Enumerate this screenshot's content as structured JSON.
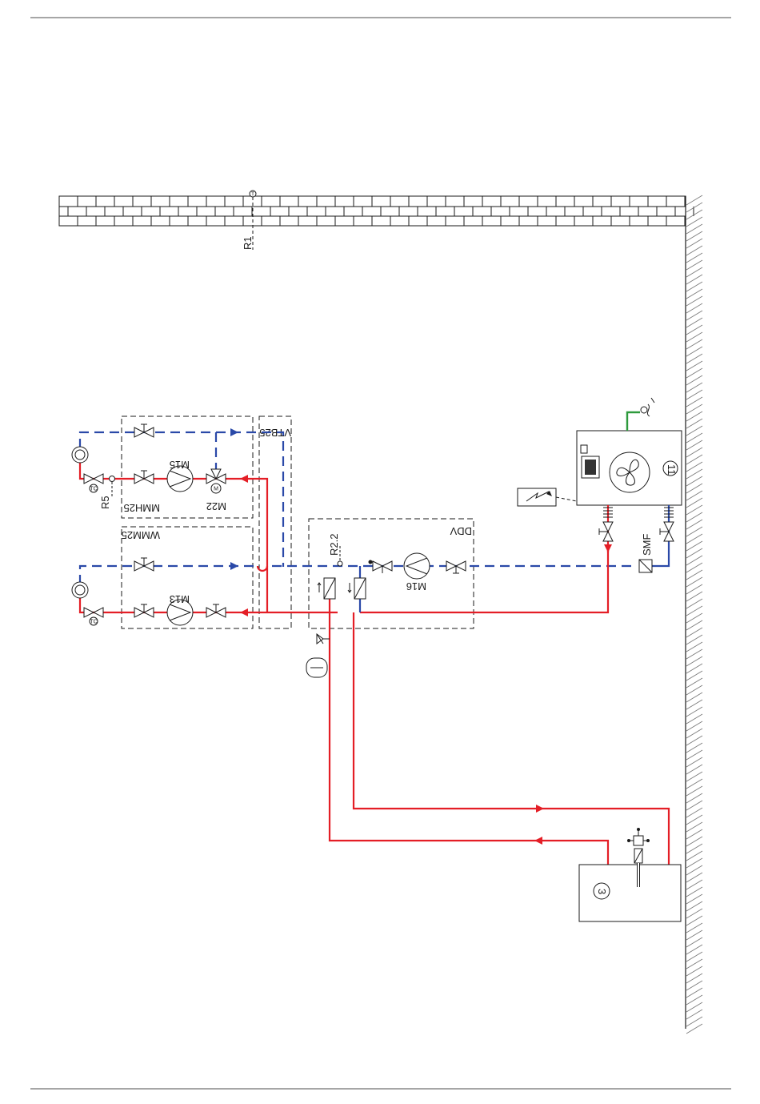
{
  "labels": {
    "wall_sensor": "R1",
    "mixer_group_box": "VTB25",
    "direct_group_box": "WMM25",
    "mixer_box": "MMH25",
    "pump_m15": "M15",
    "valve_m22": "M22",
    "pump_m13": "M13",
    "sensor_r5": "R5",
    "sensor_r22": "R2.2",
    "ddv_box": "DDV",
    "pump_m16": "M16",
    "filter_smf": "SMF",
    "heat_pump_number": "11",
    "storage_tank_number": "3"
  },
  "colors": {
    "flow_hot": "#e41e26",
    "flow_cold": "#2a49a8",
    "connection_green": "#2e9a3c",
    "line_black": "#1a1a1a",
    "page_rule": "#888888"
  },
  "icons": {
    "radiator": "radiator-icon",
    "pump": "pump-icon",
    "valve": "valve-icon",
    "heat_pump": "fan-icon",
    "electric_supply": "lightning-icon",
    "expansion_vessel": "vessel-icon"
  }
}
